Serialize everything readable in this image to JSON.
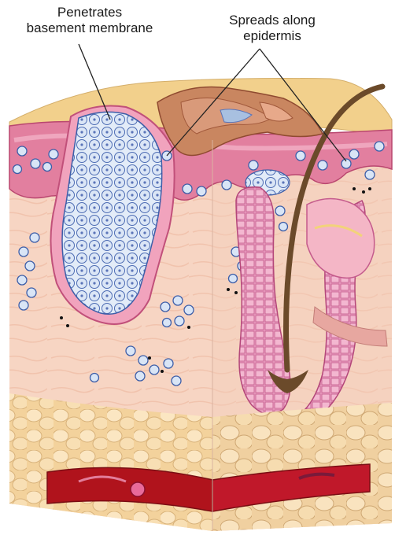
{
  "labels": {
    "penetrates": {
      "line1": "Penetrates",
      "line2": "basement membrane"
    },
    "spreads": {
      "line1": "Spreads along",
      "line2": "epidermis"
    }
  },
  "colors": {
    "background": "#ffffff",
    "surface": "#f2d08c",
    "epidermis": "#e07a9a",
    "dermis": "#f6d2c0",
    "fat": "#f7ddb0",
    "vessel": "#b0131c",
    "tumor_cells": "#c6d8f0",
    "cell_outline": "#3d5ea8",
    "hair": "#6b4a2a"
  }
}
